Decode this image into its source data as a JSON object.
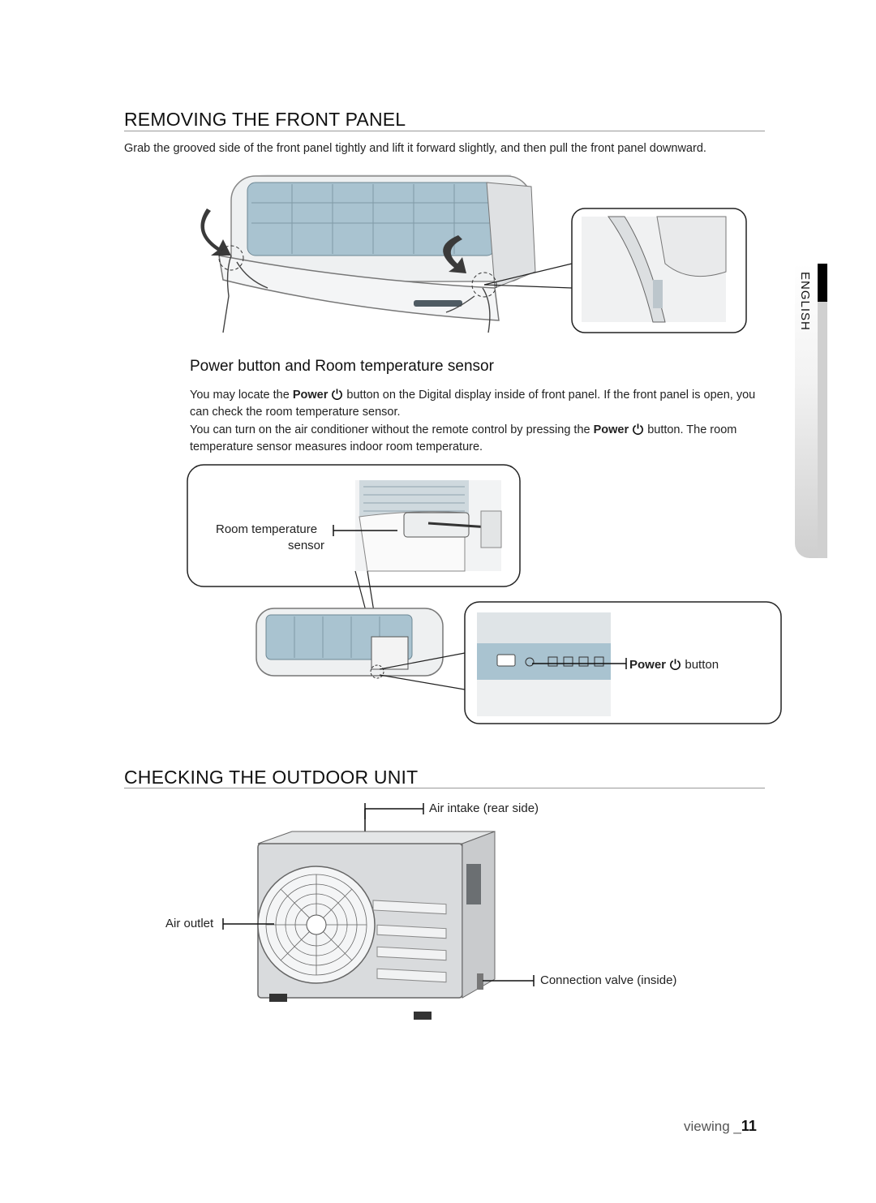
{
  "section1": {
    "title": "REMOVING THE FRONT PANEL",
    "instruction": "Grab the grooved side of the front panel tightly and lift it forward slightly, and then pull the front panel downward."
  },
  "section2": {
    "title": "Power button and Room temperature sensor",
    "para1_a": "You may locate the",
    "para1_power": "Power",
    "para1_b": "button on the Digital display inside of front panel. If the front panel is open, you can check the room temperature sensor.",
    "para2_a": "You can turn on the air conditioner without the remote control by pressing the",
    "para2_power": "Power",
    "para2_b": "button. The room temperature sensor measures indoor room temperature.",
    "sensor_label_line1": "Room temperature",
    "sensor_label_line2": "sensor",
    "power_label_bold": "Power",
    "power_label_rest": "button"
  },
  "section3": {
    "title": "CHECKING THE OUTDOOR UNIT",
    "air_intake": "Air intake (rear side)",
    "air_outlet": "Air outlet",
    "connection_valve": "Connection valve (inside)"
  },
  "sidebar": {
    "language": "ENGLISH"
  },
  "footer": {
    "section": "viewing _",
    "page": "11"
  },
  "colors": {
    "panel_blue": "#a9c3d0",
    "unit_gray": "#d9dbdd",
    "accent_black": "#000000"
  }
}
